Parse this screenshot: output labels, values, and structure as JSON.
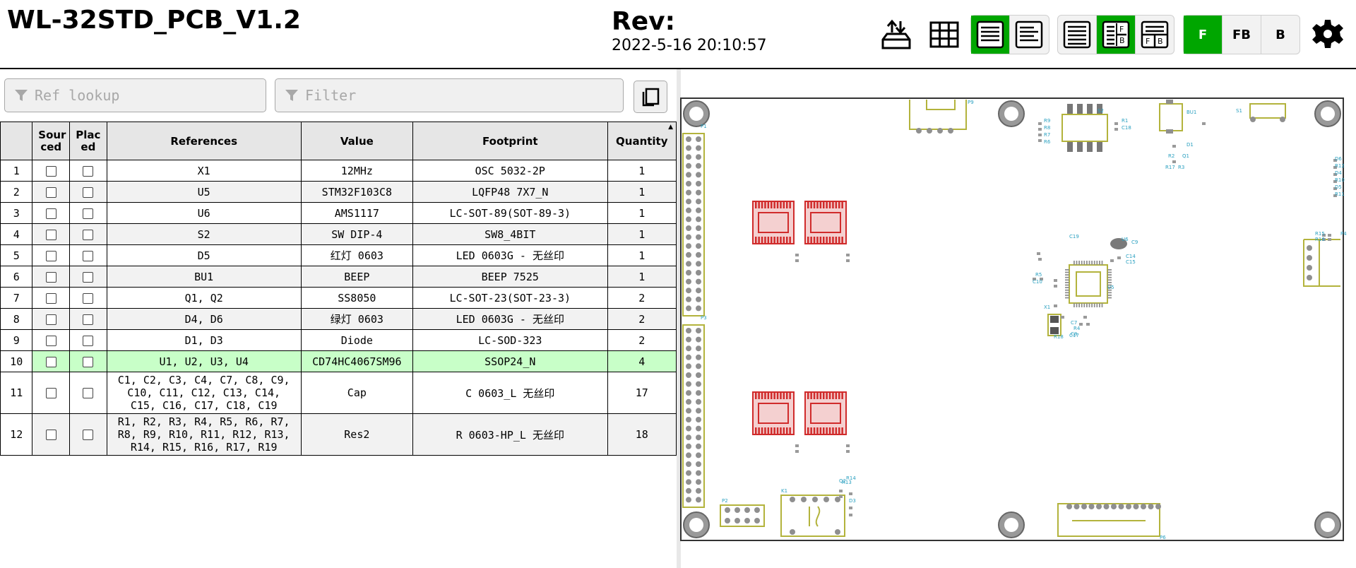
{
  "header": {
    "title": "WL-32STD_PCB_V1.2",
    "rev_label": "Rev:",
    "rev_date": "2022-5-16 20:10:57"
  },
  "toolbar": {
    "icons": [
      "upload-tray-icon",
      "grid-icon",
      "bom-lr-icon",
      "bom-only-icon",
      "bom-left-icon",
      "bom-fb-icon",
      "bom-tb-icon",
      "gear-icon"
    ],
    "layer_buttons": [
      "F",
      "FB",
      "B"
    ],
    "active_layer": "F",
    "accent_color": "#00a600"
  },
  "search": {
    "ref_placeholder": "Ref lookup",
    "filter_placeholder": "Filter"
  },
  "table": {
    "headers": [
      "",
      "Sourced",
      "Placed",
      "References",
      "Value",
      "Footprint",
      "Quantity"
    ],
    "header_sourced": "Sour ced",
    "header_placed": "Plac ed",
    "rows": [
      {
        "idx": "1",
        "refs": "X1",
        "value": "12MHz",
        "footprint": "OSC 5032-2P",
        "qty": "1"
      },
      {
        "idx": "2",
        "refs": "U5",
        "value": "STM32F103C8",
        "footprint": "LQFP48 7X7_N",
        "qty": "1"
      },
      {
        "idx": "3",
        "refs": "U6",
        "value": "AMS1117",
        "footprint": "LC-SOT-89(SOT-89-3)",
        "qty": "1"
      },
      {
        "idx": "4",
        "refs": "S2",
        "value": "SW DIP-4",
        "footprint": "SW8_4BIT",
        "qty": "1"
      },
      {
        "idx": "5",
        "refs": "D5",
        "value": "红灯 0603",
        "footprint": "LED 0603G - 无丝印",
        "qty": "1"
      },
      {
        "idx": "6",
        "refs": "BU1",
        "value": "BEEP",
        "footprint": "BEEP 7525",
        "qty": "1"
      },
      {
        "idx": "7",
        "refs": "Q1, Q2",
        "value": "SS8050",
        "footprint": "LC-SOT-23(SOT-23-3)",
        "qty": "2"
      },
      {
        "idx": "8",
        "refs": "D4, D6",
        "value": "绿灯 0603",
        "footprint": "LED 0603G - 无丝印",
        "qty": "2"
      },
      {
        "idx": "9",
        "refs": "D1, D3",
        "value": "Diode",
        "footprint": "LC-SOD-323",
        "qty": "2"
      },
      {
        "idx": "10",
        "refs": "U1, U2, U3, U4",
        "value": "CD74HC4067SM96",
        "footprint": "SSOP24_N",
        "qty": "4"
      },
      {
        "idx": "11",
        "refs": "C1, C2, C3, C4, C7, C8, C9, C10, C11, C12, C13, C14, C15, C16, C17, C18, C19",
        "value": "Cap",
        "footprint": "C 0603_L 无丝印",
        "qty": "17"
      },
      {
        "idx": "12",
        "refs": "R1, R2, R3, R4, R5, R6, R7, R8, R9, R10, R11, R12, R13, R14, R15, R16, R17, R19",
        "value": "Res2",
        "footprint": "R 0603-HP_L 无丝印",
        "qty": "18"
      }
    ],
    "highlight_row": "10",
    "highlight_color": "#c8ffc8"
  },
  "pcb": {
    "silk_color": "#b3b33c",
    "pad_color": "#8f8f8f",
    "highlight_color": "#d02b2b",
    "label_color": "#2aa0c0",
    "labels": [
      "P9",
      "S2",
      "BU1",
      "S1",
      "P1",
      "P3",
      "P4",
      "P2",
      "K1",
      "P6",
      "U6",
      "U5",
      "X1",
      "R9",
      "R1",
      "R8",
      "C18",
      "R7",
      "R6",
      "R2",
      "Q1",
      "R17",
      "R3",
      "D1",
      "D6",
      "R12",
      "D4",
      "R10",
      "D5",
      "R11",
      "C19",
      "C9",
      "C14",
      "C15",
      "R5",
      "C10",
      "C7",
      "R4",
      "C8",
      "R15",
      "R16",
      "Q2",
      "R13",
      "R14",
      "D3",
      "R18",
      "C17"
    ]
  }
}
